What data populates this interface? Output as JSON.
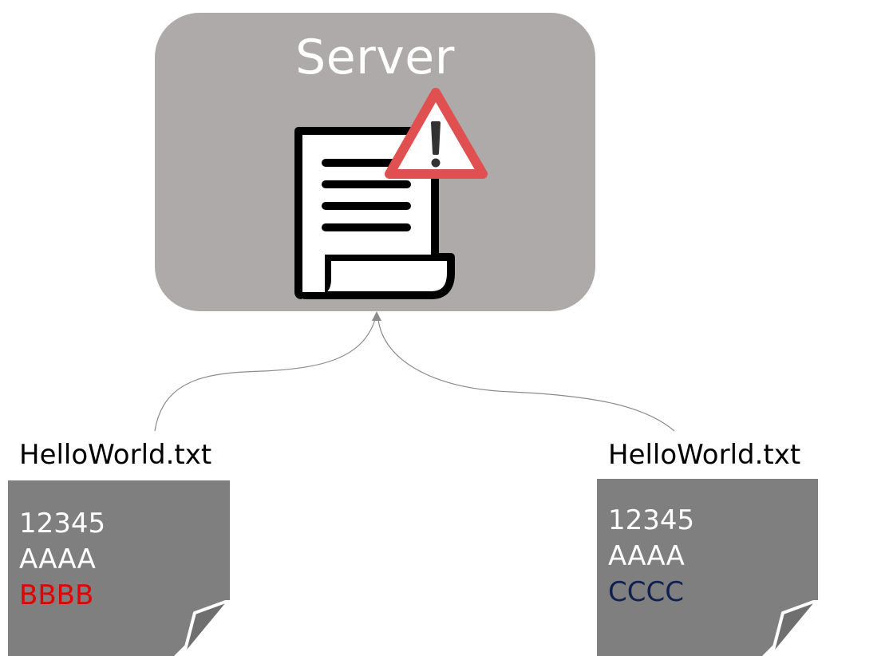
{
  "server": {
    "title": "Server",
    "document_icon": "document-icon",
    "warning_icon": "warning-icon"
  },
  "files": [
    {
      "name": "HelloWorld.txt",
      "lines": [
        "12345",
        "AAAA",
        "BBBB"
      ],
      "line_colors": [
        "#ffffff",
        "#ffffff",
        "#e00000"
      ]
    },
    {
      "name": "HelloWorld.txt",
      "lines": [
        "12345",
        "AAAA",
        "CCCC"
      ],
      "line_colors": [
        "#ffffff",
        "#ffffff",
        "#102050"
      ]
    }
  ],
  "colors": {
    "server_box": "#aeaaa9",
    "note_background": "#7f7f7f",
    "warning_red": "#e05050",
    "connector": "#8a8a8a"
  }
}
